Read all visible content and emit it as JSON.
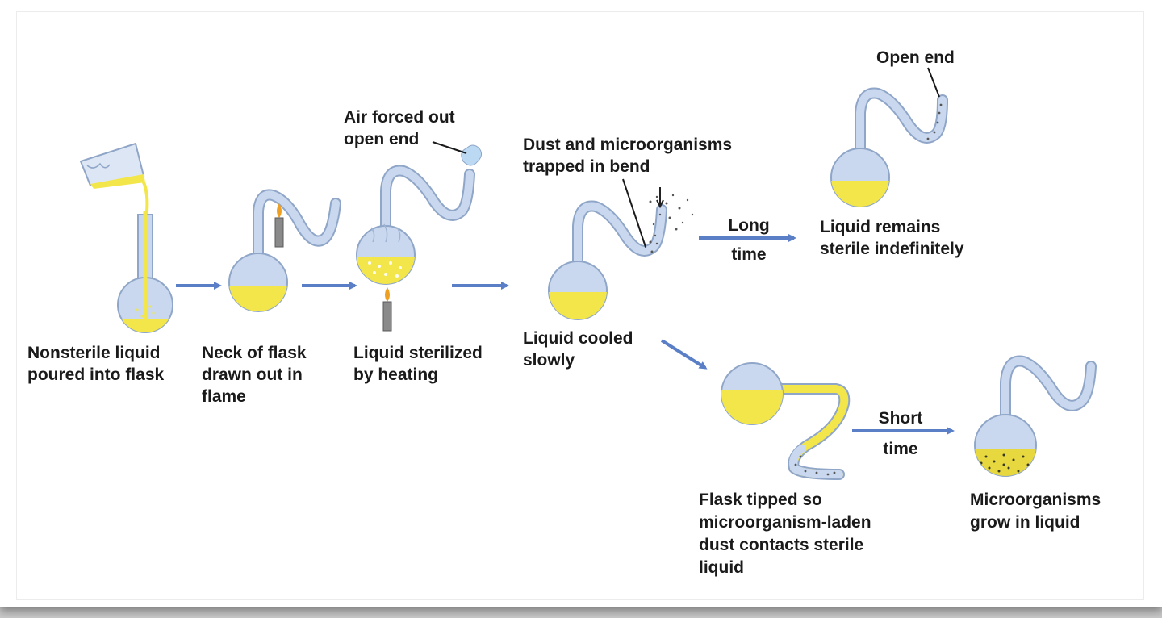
{
  "labels": {
    "nonsterile": "Nonsterile liquid\npoured into flask",
    "neck": "Neck of flask\ndrawn out in\nflame",
    "sterilized": "Liquid sterilized\nby heating",
    "air_forced": "Air forced out\nopen end",
    "dust_trapped": "Dust and microorganisms\ntrapped in bend",
    "cooled": "Liquid cooled\nslowly",
    "long_time": "Long\ntime",
    "open_end": "Open end",
    "remains_sterile": "Liquid remains\nsterile indefinitely",
    "tipped": "Flask tipped so\nmicroorganism-laden\ndust contacts sterile\nliquid",
    "short_time": "Short\ntime",
    "grow": "Microorganisms\ngrow in liquid"
  },
  "colors": {
    "glass": "#c9d8ee",
    "glass_stroke": "#8fa6c8",
    "liquid": "#f2e64a",
    "arrow": "#5b7fc7",
    "flame": "#f0a020",
    "dust": "#555555"
  }
}
